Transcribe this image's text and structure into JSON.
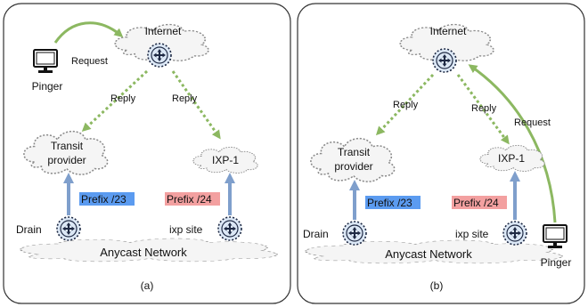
{
  "panels": [
    {
      "id": "a",
      "caption": "(a)",
      "internet_label": "Internet",
      "transit_label": [
        "Transit",
        "provider"
      ],
      "ixp_label": "IXP-1",
      "network_label": "Anycast Network",
      "drain_label": "Drain",
      "ixp_site_label": "ixp site",
      "prefix_transit": "Prefix /23",
      "prefix_ixp": "Prefix /24",
      "pinger_label": "Pinger",
      "request_label": "Request",
      "reply_left_label": "Reply",
      "reply_right_label": "Reply"
    },
    {
      "id": "b",
      "caption": "(b)",
      "internet_label": "Internet",
      "transit_label": [
        "Transit",
        "provider"
      ],
      "ixp_label": "IXP-1",
      "network_label": "Anycast Network",
      "drain_label": "Drain",
      "ixp_site_label": "ixp site",
      "prefix_transit": "Prefix /23",
      "prefix_ixp": "Prefix /24",
      "pinger_label": "Pinger",
      "request_label": "Request",
      "reply_left_label": "Reply",
      "reply_right_label": "Reply"
    }
  ],
  "colors": {
    "prefix_transit_bg": "#5B9BF0",
    "prefix_ixp_bg": "#F3A0A0",
    "announce_arrow": "#7F9FCC",
    "request_arrow": "#8CB861",
    "reply_arrow": "#8CB861",
    "router_fill": "#DCE8F6",
    "cloud_fill": "#F5F5F5"
  },
  "icons": {
    "router": "router-icon",
    "pinger": "computer-monitor-icon"
  }
}
